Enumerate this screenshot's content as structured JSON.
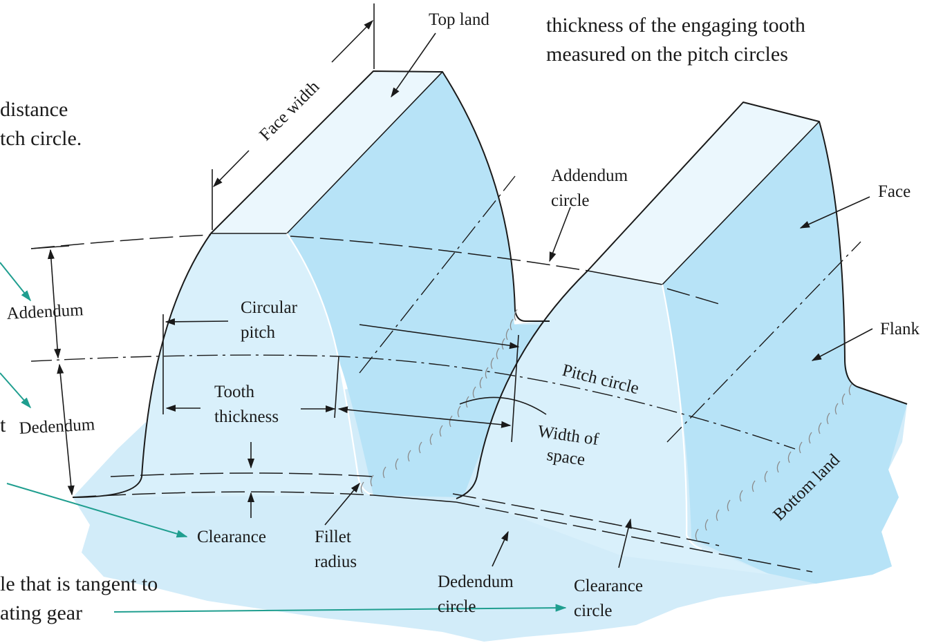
{
  "labels": {
    "top_land": "Top land",
    "face_width": "Face width",
    "addendum_circle_1": "Addendum",
    "addendum_circle_2": "circle",
    "face": "Face",
    "flank": "Flank",
    "addendum": "Addendum",
    "dedendum": "Dedendum",
    "circular_pitch_1": "Circular",
    "circular_pitch_2": "pitch",
    "pitch_circle": "Pitch circle",
    "tooth_thickness_1": "Tooth",
    "tooth_thickness_2": "thickness",
    "width_of_space_1": "Width of",
    "width_of_space_2": "space",
    "bottom_land": "Bottom land",
    "clearance": "Clearance",
    "fillet_radius_1": "Fillet",
    "fillet_radius_2": "radius",
    "dedendum_circle_1": "Dedendum",
    "dedendum_circle_2": "circle",
    "clearance_circle_1": "Clearance",
    "clearance_circle_2": "circle"
  },
  "notes": {
    "top_right_line_1": "thickness of the engaging tooth",
    "top_right_line_2": "measured on the pitch circles",
    "left_line_1": "distance",
    "left_line_2": "tch circle.",
    "left_fragment": "t",
    "bottom_line_1": "le that is tangent to",
    "bottom_line_2": "ating gear"
  },
  "colors": {
    "ground": "#d2ecf9",
    "tooth_front": "#d9f0fb",
    "tooth_side": "#b7e3f7",
    "top_land": "#ebf7fd",
    "annotation_arrow": "#1f9e8f",
    "line": "#1a1a1a"
  }
}
